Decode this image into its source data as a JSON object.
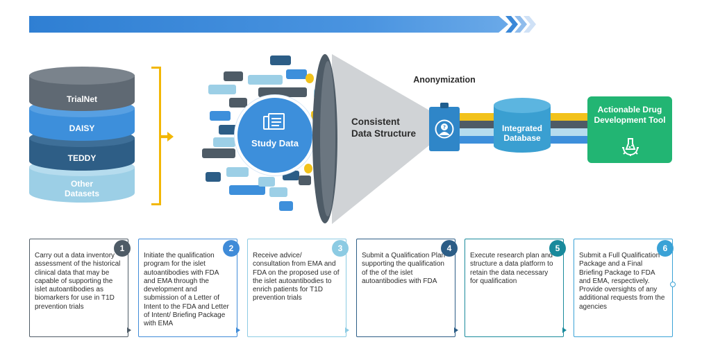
{
  "banner": {
    "title": "Data Procurement, Curation, Mapping and Standardization"
  },
  "datasets": {
    "trialnet": "TrialNet",
    "daisy": "DAISY",
    "teddy": "TEDDY",
    "other_line1": "Other",
    "other_line2": "Datasets"
  },
  "study_data": {
    "label": "Study Data",
    "icon": "folder-icon"
  },
  "funnel": {
    "line1": "Consistent",
    "line2": "Data Structure"
  },
  "anonymization": {
    "label": "Anonymization",
    "icon": "anonymous-user-icon"
  },
  "database": {
    "line1": "Integrated",
    "line2": "Database"
  },
  "tool": {
    "line1": "Actionable Drug",
    "line2": "Development Tool",
    "icon": "gear-flask-icon"
  },
  "colors": {
    "banner_blue": "#2f7fd3",
    "bracket_yellow": "#f2b705",
    "study_blue": "#3d8fdb",
    "anon_blue": "#2f86c8",
    "db_blue": "#3a9fd1",
    "tool_green": "#22b573"
  },
  "steps": [
    {
      "number": "1",
      "color": "#4e5b66",
      "text": "Carry out a data inventory assessment of the historical clinical data that may be capable of supporting the islet autoantibodies as biomarkers for use in T1D prevention trials"
    },
    {
      "number": "2",
      "color": "#3f8bd8",
      "text": "Initiate the qualification program for the islet autoantibodies with FDA and EMA through the development and submission of a Letter of Intent to the FDA and Letter of Intent/ Briefing Package with EMA"
    },
    {
      "number": "3",
      "color": "#8ccbe3",
      "text": "Receive advice/ consultation from EMA and FDA on the proposed use of the islet autoantibodies to enrich patients for T1D prevention trials"
    },
    {
      "number": "4",
      "color": "#2c5d86",
      "text": "Submit a Qualification Plan supporting the qualification of the of the islet autoantibodies with FDA"
    },
    {
      "number": "5",
      "color": "#198a9c",
      "text": "Execute research plan and structure a data platform to retain the data necessary for qualification"
    },
    {
      "number": "6",
      "color": "#3aa2d6",
      "text": "Submit a Full Qualification Package and a Final Briefing Package to FDA and EMA, respectively. Provide oversights of any additional requests from the agencies"
    }
  ]
}
